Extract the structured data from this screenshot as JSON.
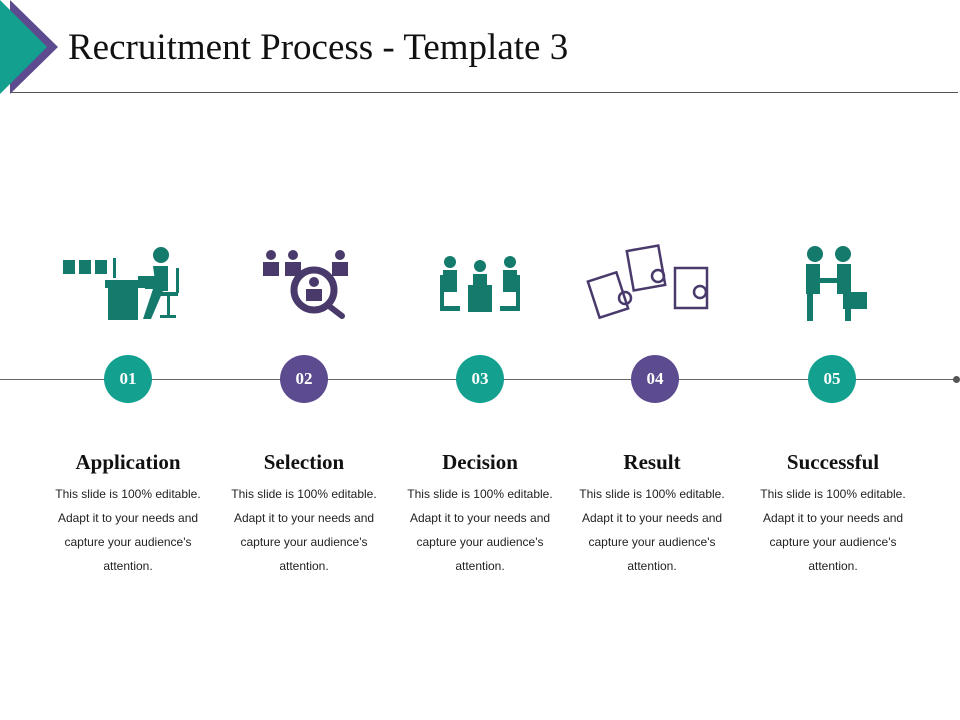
{
  "title": "Recruitment Process - Template 3",
  "colors": {
    "teal": "#13a08f",
    "purple": "#5d4b8f",
    "teal_icon": "#137a6c",
    "purple_icon": "#4a3a6c"
  },
  "steps": [
    {
      "num": "01",
      "label": "Application",
      "desc": "This slide is 100% editable. Adapt it to your needs and capture your audience's attention.",
      "icon": "person-at-desk-icon"
    },
    {
      "num": "02",
      "label": "Selection",
      "desc": "This slide is 100% editable. Adapt it to your needs and capture your audience's attention.",
      "icon": "candidate-search-icon"
    },
    {
      "num": "03",
      "label": "Decision",
      "desc": "This slide is 100% editable. Adapt it to your needs and capture your audience's attention.",
      "icon": "interview-panel-icon"
    },
    {
      "num": "04",
      "label": "Result",
      "desc": "This slide is 100% editable. Adapt it to your needs and capture your audience's attention.",
      "icon": "resume-review-icon"
    },
    {
      "num": "05",
      "label": "Successful",
      "desc": "This slide is 100% editable. Adapt it to your needs and capture your audience's attention.",
      "icon": "handshake-icon"
    }
  ]
}
